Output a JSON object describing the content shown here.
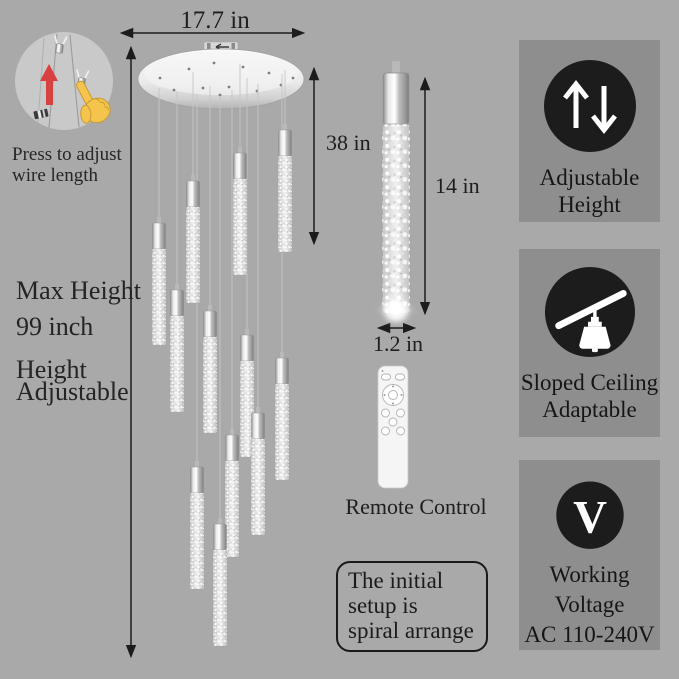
{
  "colors": {
    "background": "#a9a9a9",
    "panel_gray": "#8e8e8e",
    "icon_circle_black": "#1c1c1c",
    "arrow_red": "#d94040",
    "hand_yellow": "#f4c44c",
    "text": "#1c1c1c"
  },
  "inset": {
    "caption_line1": "Press to adjust",
    "caption_line2": "wire length"
  },
  "measurements": {
    "canopy_width": "17.7 in",
    "drop_height": "38 in",
    "pendant_height": "14 in",
    "pendant_diameter": "1.2 in"
  },
  "left_notes": {
    "line1": "Max Height",
    "line2": "99 inch",
    "line3": "Height",
    "line4": "Adjustable"
  },
  "remote": {
    "label": "Remote Control"
  },
  "note_box": {
    "line1": "The initial",
    "line2": "setup is",
    "line3": "spiral arrange"
  },
  "features": [
    {
      "id": "adjustable-height",
      "line1": "Adjustable",
      "line2": "Height"
    },
    {
      "id": "sloped-ceiling",
      "line1": "Sloped Ceiling",
      "line2": "Adaptable"
    },
    {
      "id": "working-voltage",
      "line1": "Working Voltage",
      "line2": "AC 110-240V",
      "glyph": "V"
    }
  ]
}
